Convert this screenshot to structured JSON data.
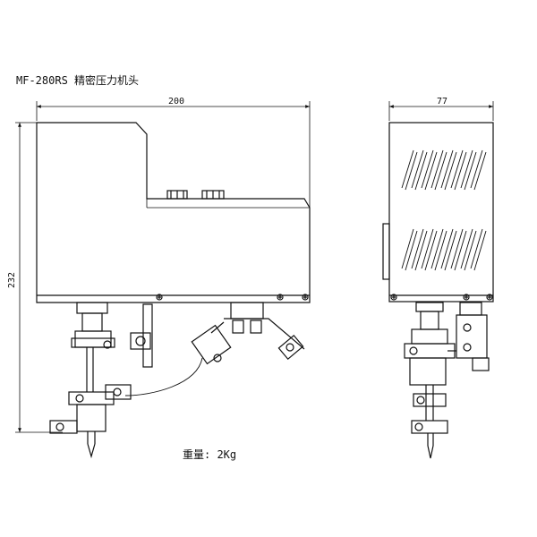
{
  "title": "MF-280RS 精密压力机头",
  "dimensions": {
    "front_width": "200",
    "front_height": "232",
    "side_width": "77"
  },
  "weight_label": "重量: 2Kg",
  "colors": {
    "line": "#111111",
    "fill": "#ffffff"
  }
}
